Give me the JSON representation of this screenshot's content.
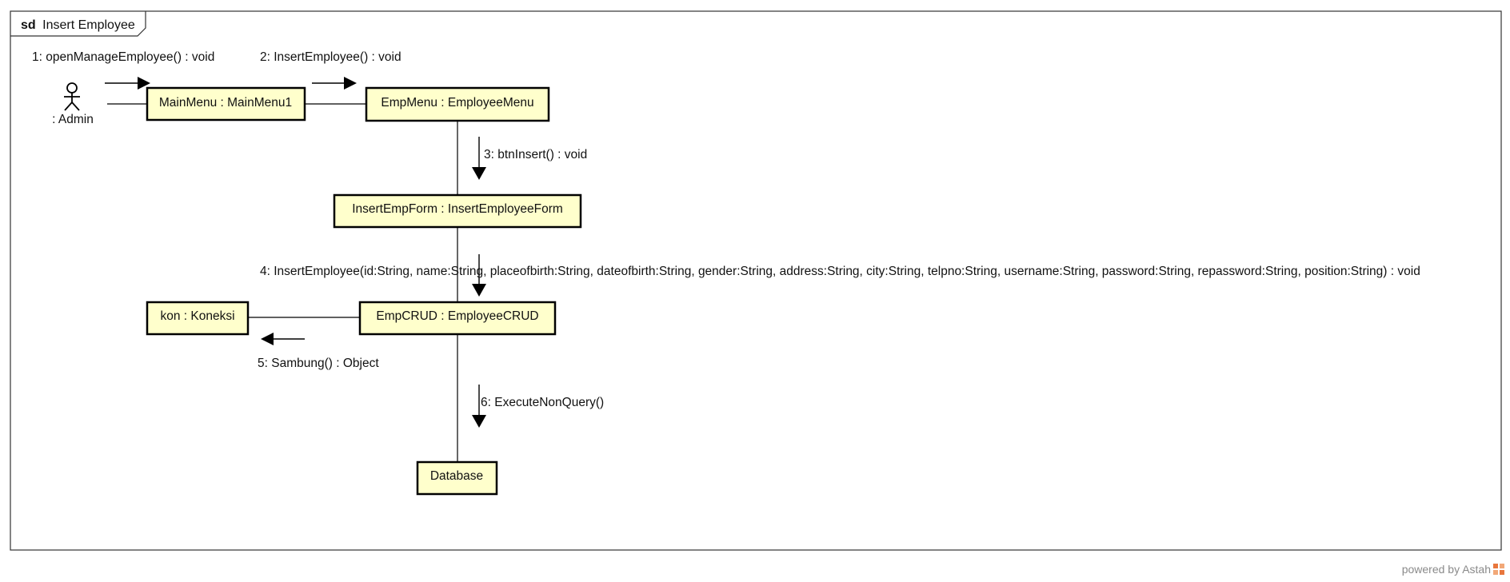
{
  "frame": {
    "keyword": "sd",
    "title": "Insert Employee"
  },
  "actor": {
    "label": ": Admin"
  },
  "nodes": {
    "mainmenu": "MainMenu : MainMenu1",
    "empmenu": "EmpMenu : EmployeeMenu",
    "insertform": "InsertEmpForm : InsertEmployeeForm",
    "empcrud": "EmpCRUD : EmployeeCRUD",
    "kon": "kon : Koneksi",
    "database": "Database"
  },
  "messages": {
    "m1": "1: openManageEmployee() : void",
    "m2": "2: InsertEmployee() : void",
    "m3": "3: btnInsert() : void",
    "m4": "4: InsertEmployee(id:String, name:String, placeofbirth:String, dateofbirth:String, gender:String, address:String, city:String, telpno:String, username:String, password:String, repassword:String, position:String) : void",
    "m5": "5: Sambung() : Object",
    "m6": "6: ExecuteNonQuery()"
  },
  "colors": {
    "node_fill": "#FFFFCC",
    "stroke": "#000000",
    "logo": "#E8763C"
  },
  "footer": {
    "text": "powered by Astah",
    "icon": "astah-logo-icon"
  }
}
